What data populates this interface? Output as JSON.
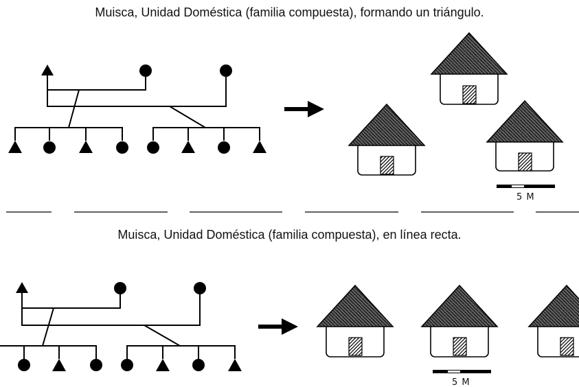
{
  "titles": {
    "top": "Muisca, Unidad Doméstica (familia compuesta), formando un triángulo.",
    "bottom": "Muisca, Unidad Doméstica (familia compuesta), en línea recta."
  },
  "panels": {
    "triangle": {
      "parents": [
        "male",
        "female",
        "female"
      ],
      "children_group_1": [
        "male",
        "female",
        "male",
        "female"
      ],
      "children_group_2": [
        "female",
        "male",
        "female",
        "male"
      ],
      "houses": 3,
      "scale_label": "5 M"
    },
    "line": {
      "parents": [
        "male",
        "female",
        "female"
      ],
      "children_group_1": [
        "female",
        "male",
        "female"
      ],
      "children_group_2": [
        "female",
        "male",
        "female",
        "male"
      ],
      "houses": 3,
      "scale_label": "5 M"
    }
  }
}
